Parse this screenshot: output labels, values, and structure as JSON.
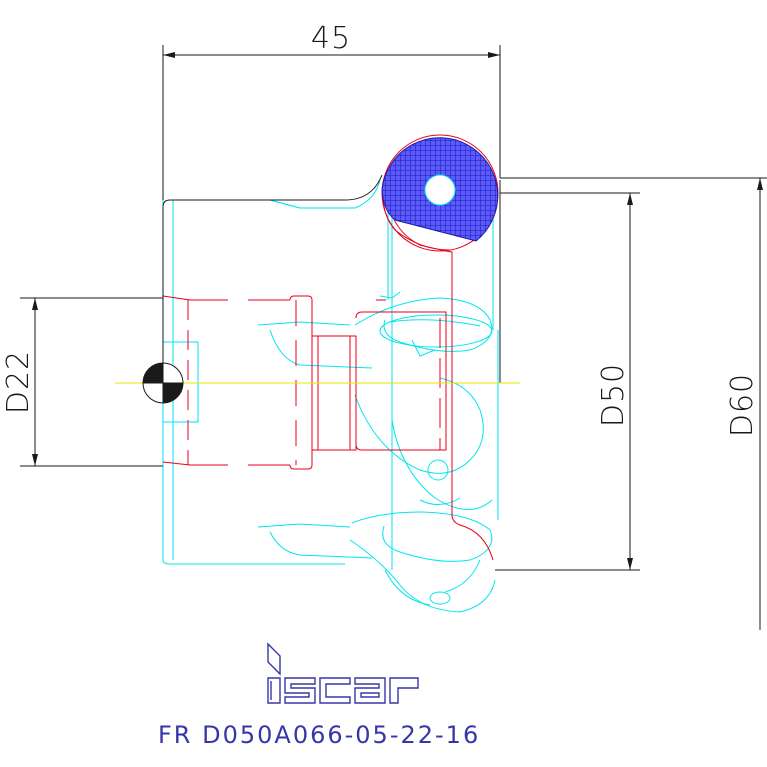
{
  "dimensions": {
    "width_label": "45",
    "bore_label": "D22",
    "cut_diameter_label": "D50",
    "outer_diameter_label": "D60"
  },
  "logo": {
    "brand": "iscar"
  },
  "part_code": "FR D050A066-05-22-16",
  "colors": {
    "dimension_line": "#1a1a1a",
    "cutter_outline": "#00e5ef",
    "section_line": "#e8001c",
    "insert_hatch": "#1e1ea8",
    "logo": "#3636a8",
    "centerline": "#e6e600"
  }
}
